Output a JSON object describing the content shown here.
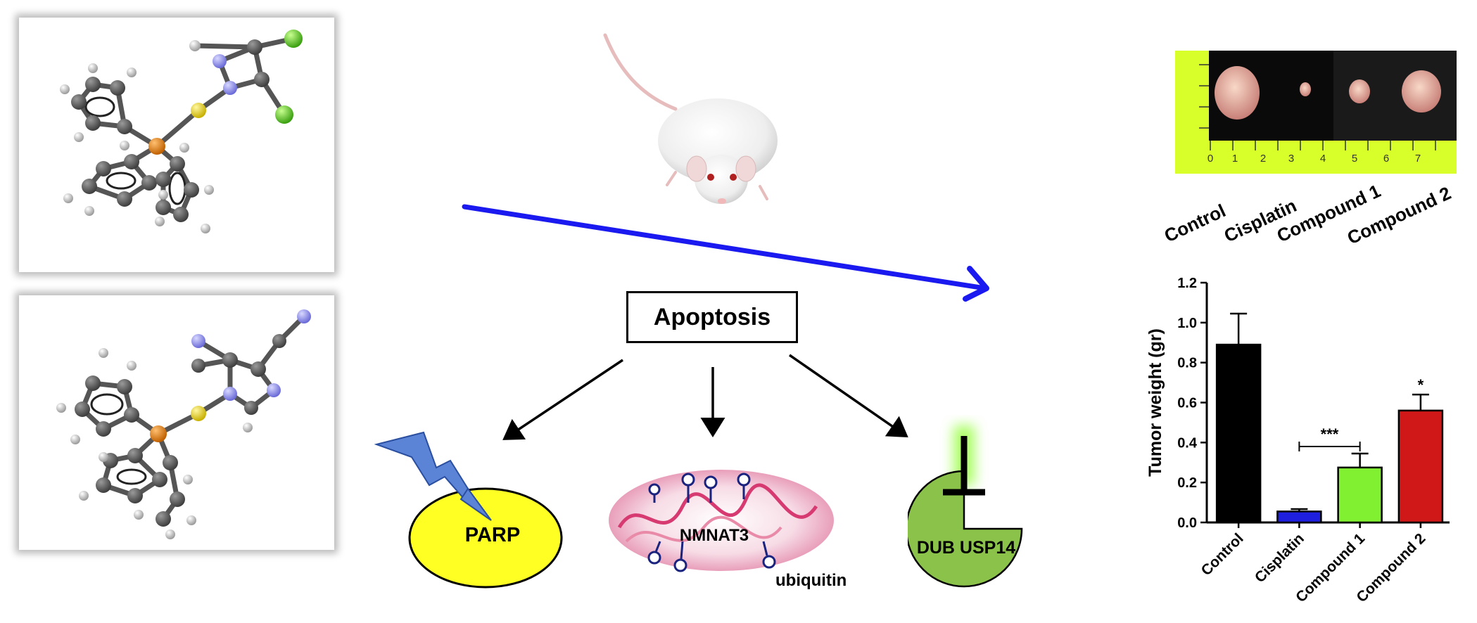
{
  "center": {
    "apoptosis_label": "Apoptosis",
    "parp_label": "PARP",
    "nmnat3_label": "NMNAT3",
    "ubiquitin_label": "ubiquitin",
    "dub_label": "DUB USP14"
  },
  "tumor_photo": {
    "ruler_numbers": [
      "0",
      "1",
      "2",
      "3",
      "4",
      "5",
      "6",
      "7"
    ],
    "group_labels": [
      "Control",
      "Cisplatin",
      "Compound 1",
      "Compound 2"
    ]
  },
  "chart_data": {
    "type": "bar",
    "categories": [
      "Control",
      "Cisplatin",
      "Compound 1",
      "Compound 2"
    ],
    "values": [
      0.89,
      0.055,
      0.275,
      0.56
    ],
    "errors": [
      0.155,
      0.012,
      0.07,
      0.08
    ],
    "colors": [
      "#000000",
      "#1f1fe0",
      "#80f030",
      "#d01818"
    ],
    "ylabel": "Tumor weight (gr)",
    "ylim": [
      0,
      1.2
    ],
    "yticks": [
      "0.0",
      "0.2",
      "0.4",
      "0.6",
      "0.8",
      "1.0",
      "1.2"
    ],
    "significance": [
      {
        "label": "***",
        "from": "Cisplatin",
        "to": "Compound 1"
      },
      {
        "label": "*",
        "on": "Compound 2"
      }
    ]
  }
}
